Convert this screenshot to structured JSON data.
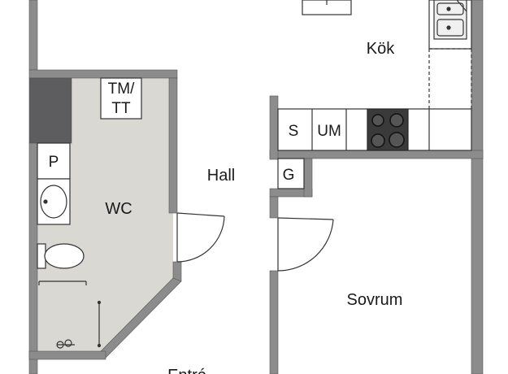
{
  "rooms": {
    "kitchen": "Kök",
    "hall": "Hall",
    "wc": "WC",
    "bedroom": "Sovrum",
    "entry": "Entré"
  },
  "fixtures": {
    "washer_dryer_line1": "TM/",
    "washer_dryer_line2": "TT",
    "wardrobe_p": "P",
    "wardrobe_g": "G",
    "kitchen_s": "S",
    "kitchen_um": "UM"
  },
  "colors": {
    "wall": "#8c8c8c",
    "wet_room_floor": "#dad8d3",
    "line": "#333333",
    "floor": "#ffffff"
  }
}
